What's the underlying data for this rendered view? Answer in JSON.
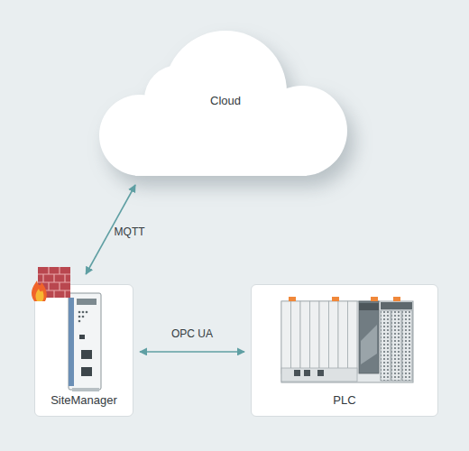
{
  "diagram": {
    "nodes": [
      {
        "text": [
          "Cloud"
        ]
      },
      {
        "text": [
          "SiteManager"
        ]
      },
      {
        "text": [
          "PLC"
        ]
      }
    ],
    "edges": [
      {
        "from": 0,
        "to": 1,
        "label": "MQTT",
        "arrow": "both"
      },
      {
        "from": 1,
        "to": 2,
        "label": "OPC UA",
        "arrow": "both"
      }
    ]
  }
}
